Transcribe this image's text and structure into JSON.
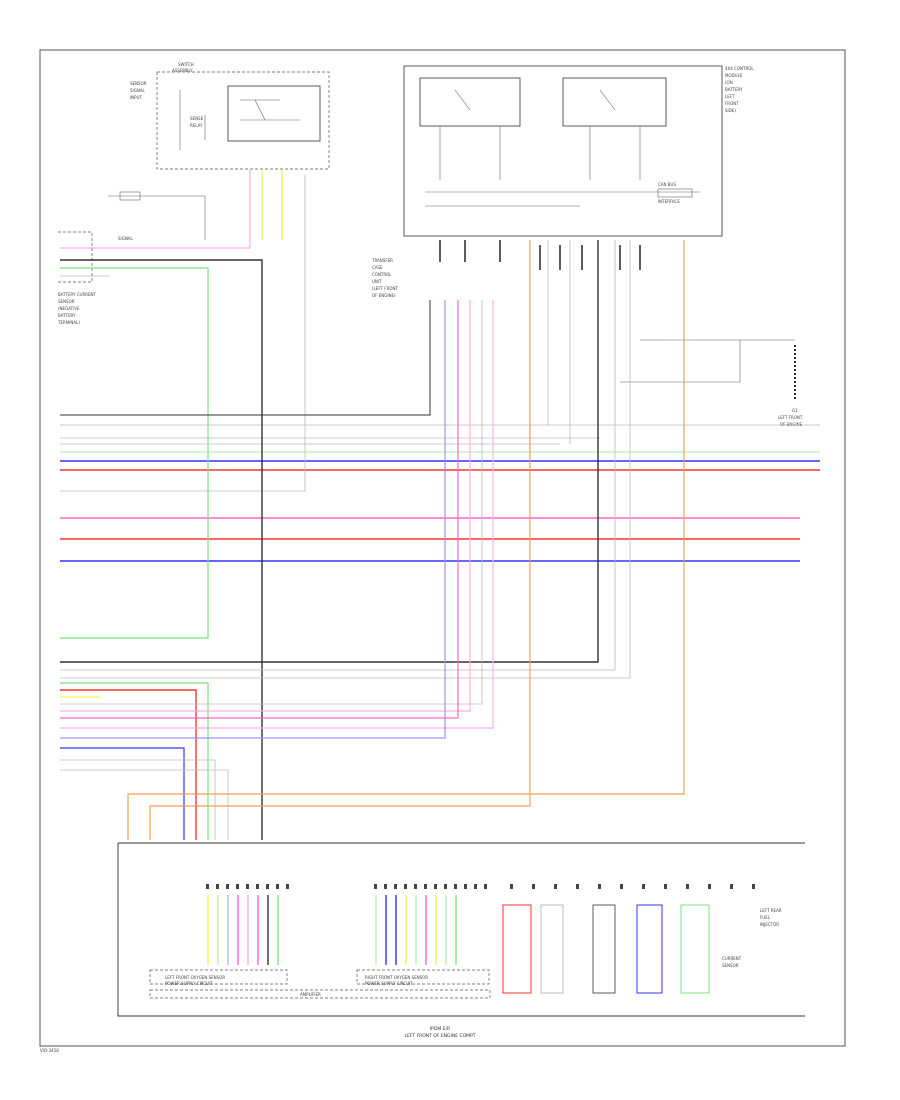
{
  "diagram": {
    "ref_code": "V/D-3458",
    "top_left_module": {
      "title": [
        "SWITCH",
        "ASSEMBLY"
      ],
      "left_text": [
        "SENSOR",
        "SIGNAL",
        "INPUT"
      ],
      "inner_label": [
        "SENSE",
        "RELAY"
      ]
    },
    "top_right_module": {
      "title": [
        "4X4 CONTROL",
        "MODULE",
        "(ON",
        "BATTERY",
        "LEFT",
        "FRONT",
        "SIDE)"
      ],
      "inner_label": [
        "CAN BUS",
        "INTERFACE"
      ]
    },
    "left_module": {
      "pin_label": "SIGNAL",
      "caption": [
        "BATTERY CURRENT",
        "SENSOR",
        "(NEGATIVE",
        "BATTERY",
        "TERMINAL)"
      ]
    },
    "center_connector_caption": [
      "TRANSFER",
      "CASE",
      "CONTROL",
      "UNIT",
      "(LEFT FRONT",
      "OF ENGINE)"
    ],
    "right_ground": [
      "G1",
      "LEFT FRONT",
      "OF ENGINE"
    ],
    "bottom_module": {
      "caption": [
        "IPDM E/R",
        "LEFT FRONT OF ENGINE COMPT"
      ],
      "left_block": [
        "LEFT FRONT OXYGEN SENSOR",
        "POWER SUPPLY CIRCUIT"
      ],
      "mid_block": "AMPLIFIER",
      "right_block": [
        "RIGHT FRONT OXYGEN SENSOR",
        "POWER SUPPLY CIRCUIT"
      ],
      "far_right": [
        "LEFT REAR",
        "FUEL",
        "INJECTOR"
      ],
      "sub_label": [
        "CURRENT",
        "SENSOR"
      ]
    },
    "wire_colors": {
      "grn": "#7fe07f",
      "pnk": "#ff66cc",
      "red": "#ff3333",
      "blu": "#3333ff",
      "yel": "#f2f24a",
      "org": "#f0a050",
      "blk": "#333333",
      "lgrn": "#b8f0b8",
      "lpnk": "#ffb0e0",
      "gry": "#bbbbbb",
      "vio": "#a090ff"
    }
  }
}
